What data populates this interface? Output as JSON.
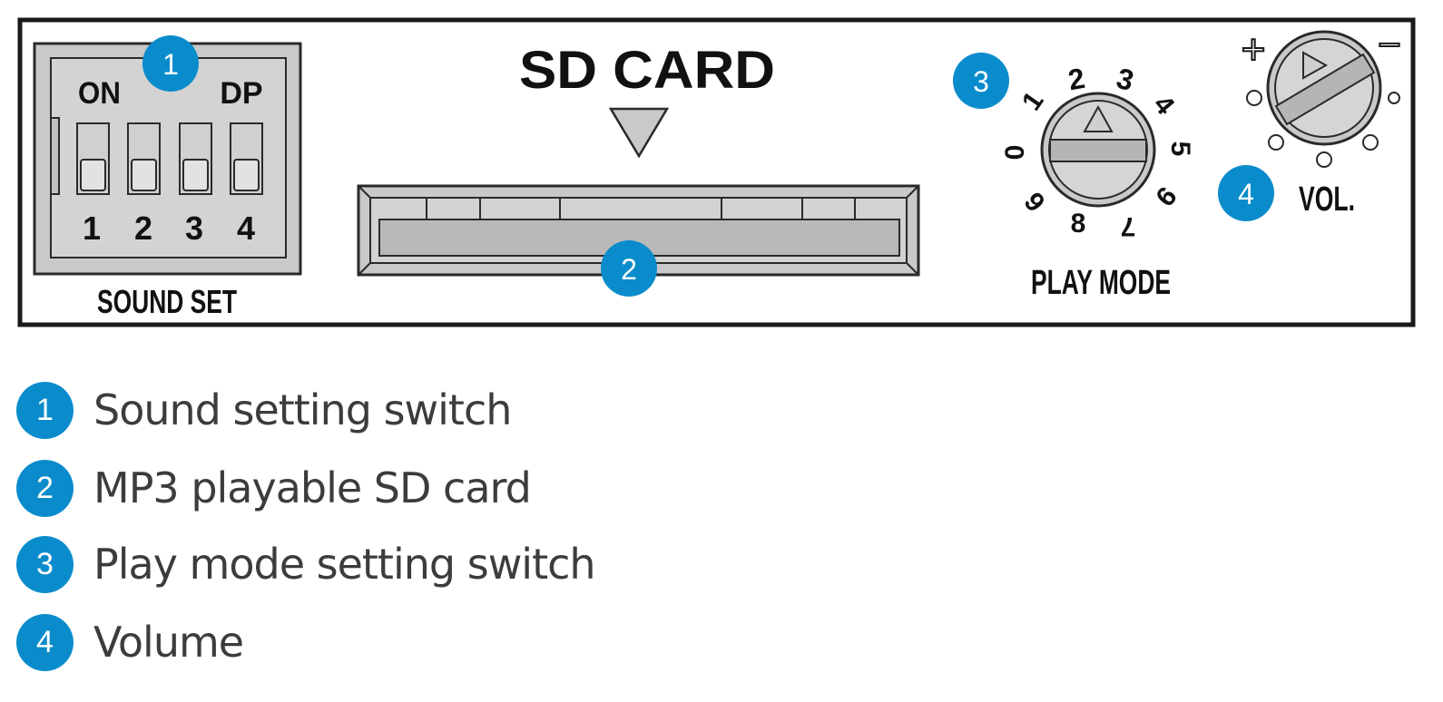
{
  "panel": {
    "sound_set": {
      "label": "SOUND SET",
      "on_label": "ON",
      "dp_label": "DP",
      "switch_numbers": [
        "1",
        "2",
        "3",
        "4"
      ]
    },
    "sd_card": {
      "label": "SD CARD"
    },
    "play_mode": {
      "label": "PLAY MODE",
      "dial_numbers": [
        "0",
        "1",
        "2",
        "3",
        "4",
        "5",
        "6",
        "7",
        "8",
        "9"
      ]
    },
    "volume": {
      "label": "VOL.",
      "plus_sign": "+",
      "minus_sign": "−"
    },
    "callouts": [
      "1",
      "2",
      "3",
      "4"
    ]
  },
  "legend": [
    {
      "number": "1",
      "text": "Sound setting switch"
    },
    {
      "number": "2",
      "text": "MP3 playable SD card"
    },
    {
      "number": "3",
      "text": "Play mode setting switch"
    },
    {
      "number": "4",
      "text": "Volume"
    }
  ],
  "colors": {
    "accent": "#0a8ccc",
    "panel_stroke": "#1a1a1a",
    "component_fill": "#c9c9c9"
  }
}
